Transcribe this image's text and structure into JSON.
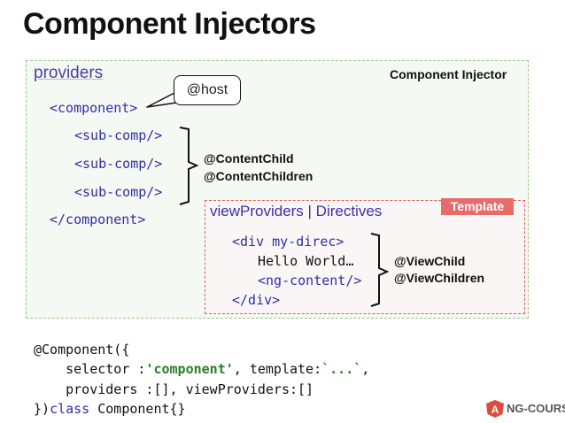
{
  "title": "Component Injectors",
  "component_injector": {
    "label": "Component Injector",
    "providers_label": "providers",
    "component_open": "<component>",
    "sub_components": [
      "<sub-comp/>",
      "<sub-comp/>",
      "<sub-comp/>"
    ],
    "component_close": "</component>",
    "host_callout": "@host",
    "content_decorators": [
      "@ContentChild",
      "@ContentChildren"
    ]
  },
  "template_area": {
    "label": "viewProviders | Directives",
    "badge": "Template",
    "div_open": "<div my-direc>",
    "text": "Hello World…",
    "ng_content": "<ng-content/>",
    "div_close": "</div>",
    "view_decorators": [
      "@ViewChild",
      "@ViewChildren"
    ]
  },
  "component_decl": {
    "l1": "@Component({",
    "l2_a": "    selector :",
    "l2_selector": "'component'",
    "l2_b": ", template:",
    "l2_template": "`...`",
    "l2_c": ",",
    "l3": "    providers :[], viewProviders:[]",
    "l4_a": "})",
    "l4_kw": "class",
    "l4_b": " Component{}"
  },
  "logo": {
    "letter": "A",
    "text": "NG-COURSE",
    "color": "#dd4a3e"
  },
  "colors": {
    "outer_border": "#9cc58a",
    "inner_border": "#e05a5a",
    "tag": "#2e2fa6",
    "string": "#2a7d2a"
  }
}
